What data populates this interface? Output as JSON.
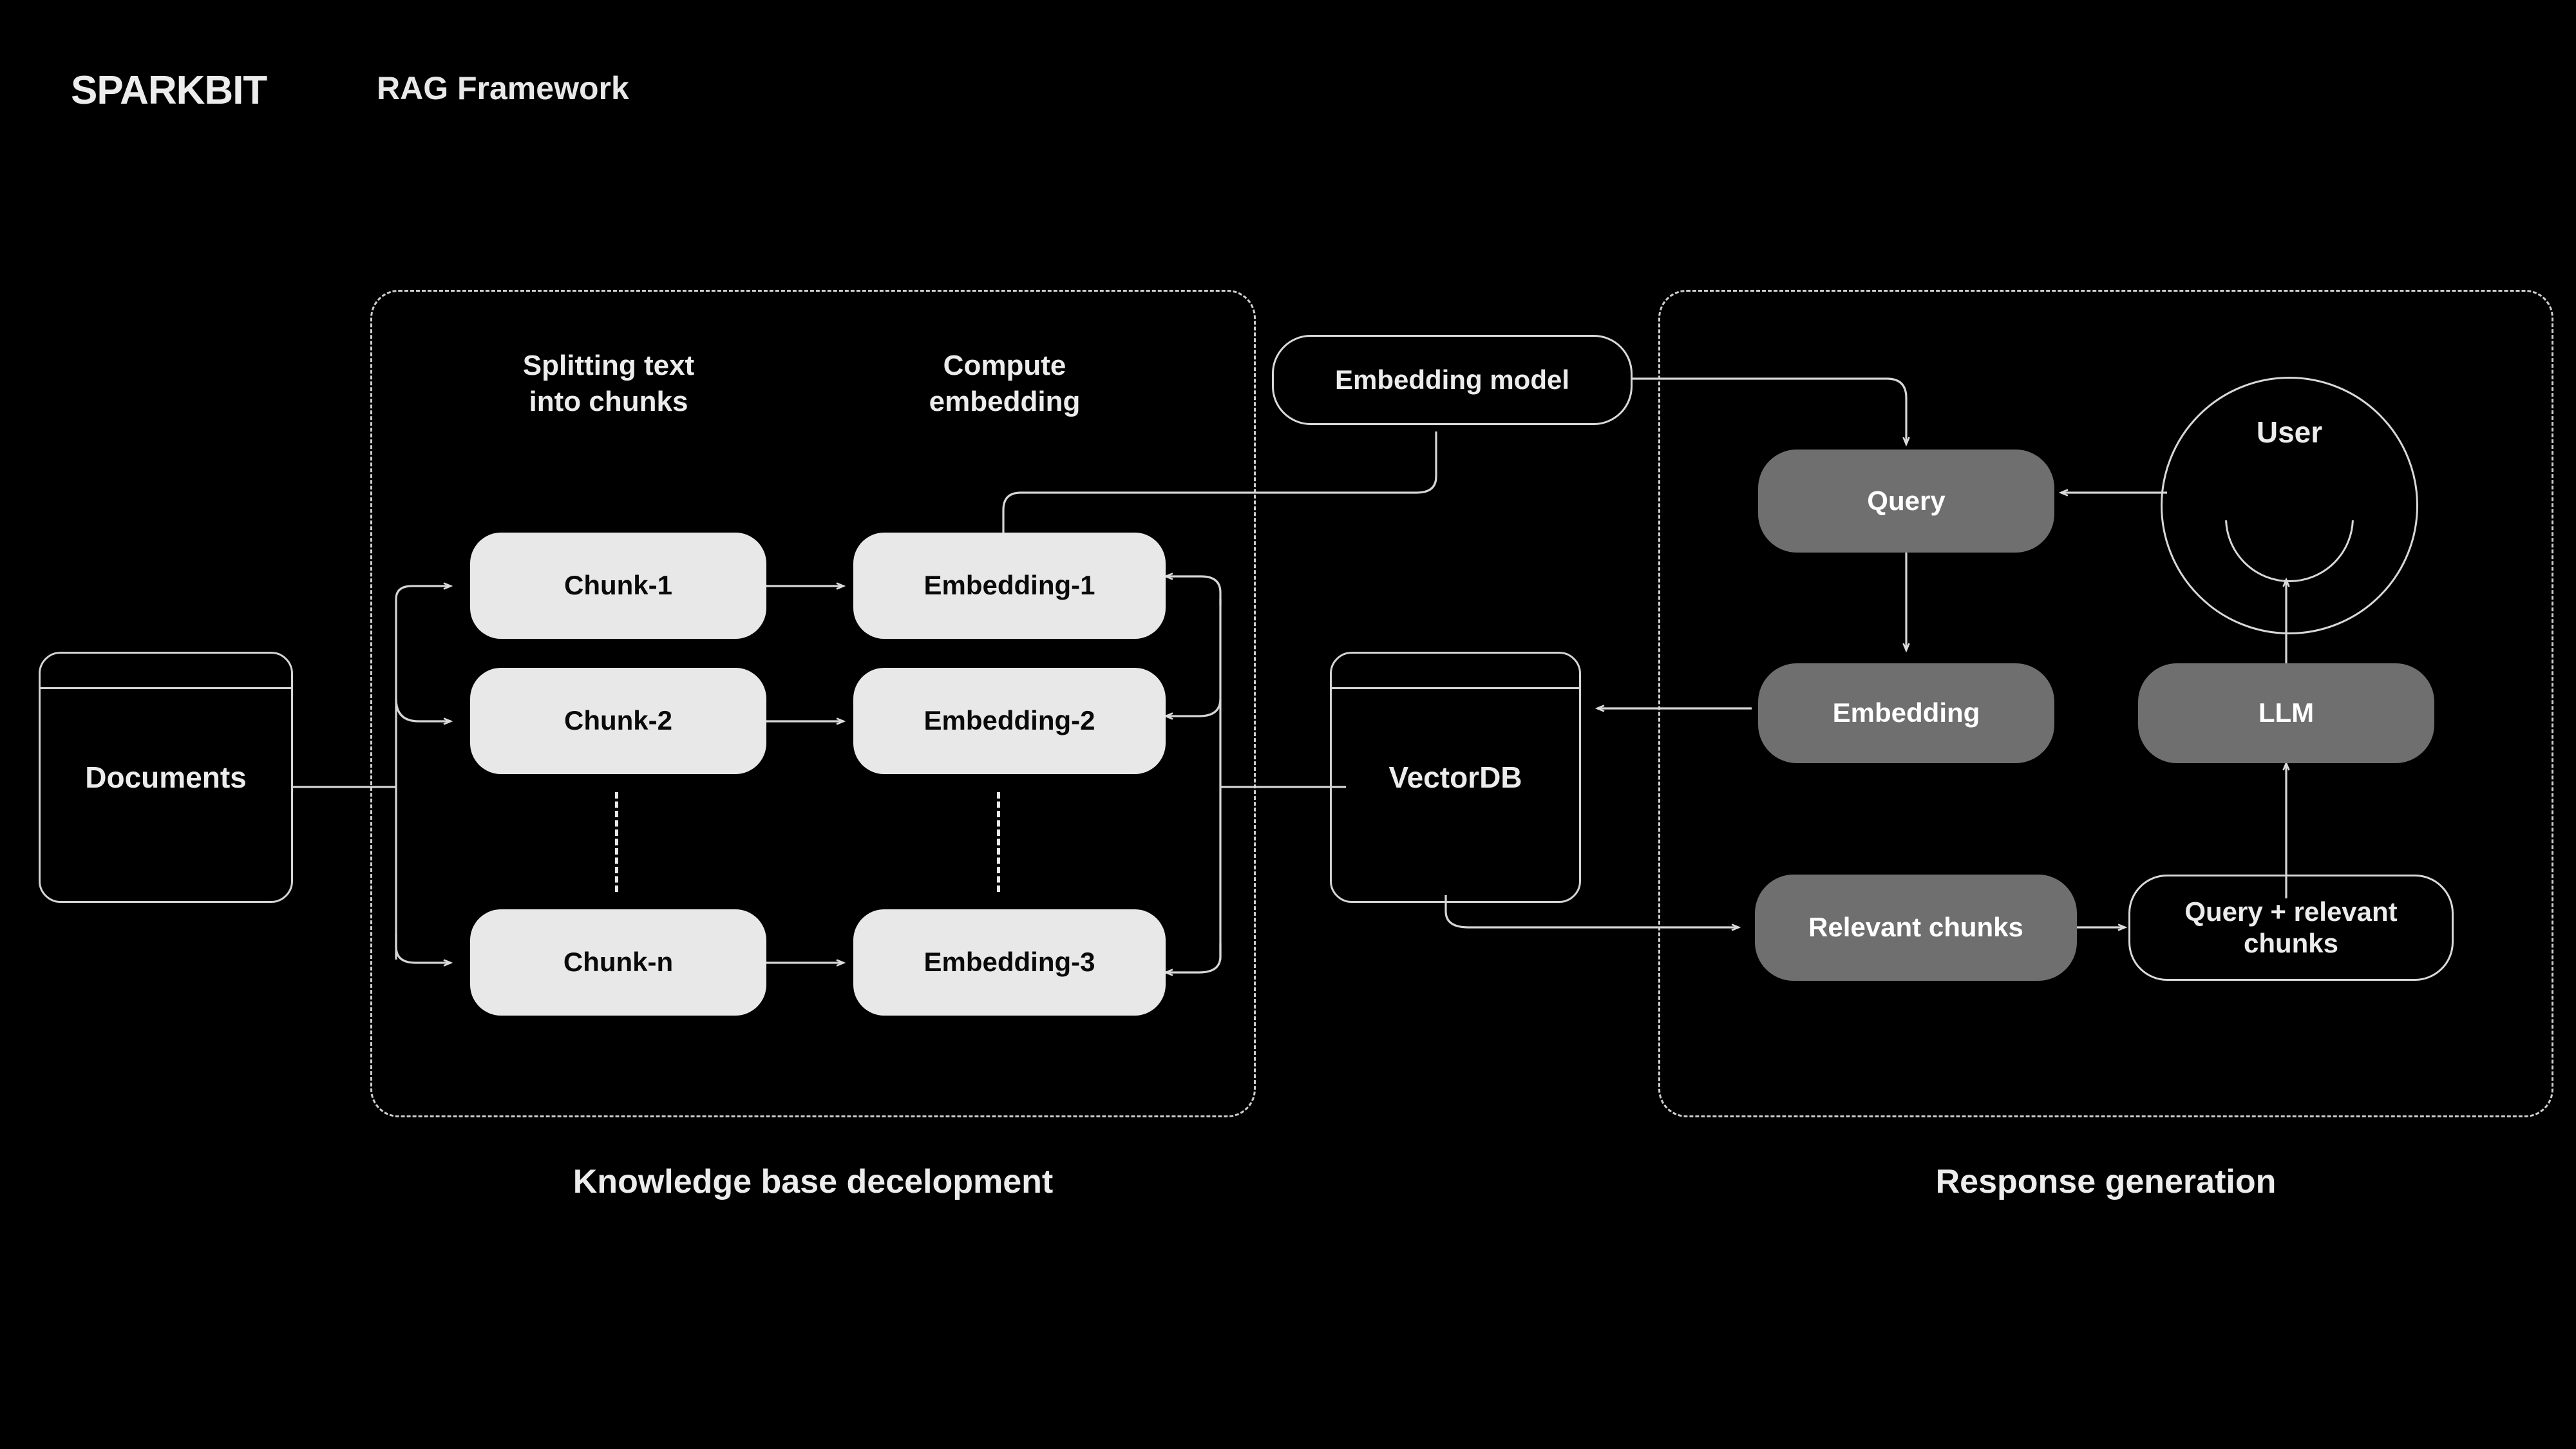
{
  "header": {
    "brand": "SPARKBIT",
    "subtitle": "RAG Framework"
  },
  "colors": {
    "background": "#000000",
    "chunk_fill": "#e8e8e8",
    "chunk_text": "#0a0a0a",
    "gray_fill": "#6f6f6f",
    "gray_text": "#ffffff",
    "stroke": "#d8d8d8",
    "label_text": "#ececec"
  },
  "left_panel": {
    "caption": "Knowledge base decelopment",
    "step_labels": [
      {
        "name": "splitting",
        "line1": "Splitting text",
        "line2": "into chunks"
      },
      {
        "name": "compute",
        "line1": "Compute",
        "line2": "embedding"
      }
    ],
    "chunks": [
      {
        "label": "Chunk-1"
      },
      {
        "label": "Chunk-2"
      },
      {
        "label": "Chunk-n"
      }
    ],
    "embeddings": [
      {
        "label": "Embedding-1"
      },
      {
        "label": "Embedding-2"
      },
      {
        "label": "Embedding-3"
      }
    ]
  },
  "right_panel": {
    "caption": "Response generation",
    "nodes": [
      {
        "name": "query",
        "label": "Query",
        "style": "gray"
      },
      {
        "name": "embedding",
        "label": "Embedding",
        "style": "gray"
      },
      {
        "name": "llm",
        "label": "LLM",
        "style": "gray"
      },
      {
        "name": "relevant-chunks",
        "label": "Relevant chunks",
        "style": "gray"
      },
      {
        "name": "query-plus-chunks",
        "label": "Query + relevant chunks",
        "style": "outline"
      },
      {
        "name": "user",
        "label": "User",
        "style": "circle"
      }
    ]
  },
  "stores": [
    {
      "name": "documents",
      "label": "Documents"
    },
    {
      "name": "vectordb",
      "label": "VectorDB"
    }
  ],
  "models": [
    {
      "name": "embedding-model",
      "label": "Embedding model"
    }
  ],
  "chart_data": {
    "type": "diagram",
    "title": "RAG Framework",
    "nodes": [
      {
        "id": "documents",
        "label": "Documents",
        "shape": "datastore",
        "group": "knowledge-base"
      },
      {
        "id": "chunk-1",
        "label": "Chunk-1",
        "shape": "pill-filled",
        "group": "knowledge-base"
      },
      {
        "id": "chunk-2",
        "label": "Chunk-2",
        "shape": "pill-filled",
        "group": "knowledge-base"
      },
      {
        "id": "chunk-n",
        "label": "Chunk-n",
        "shape": "pill-filled",
        "group": "knowledge-base"
      },
      {
        "id": "embedding-1",
        "label": "Embedding-1",
        "shape": "pill-filled",
        "group": "knowledge-base"
      },
      {
        "id": "embedding-2",
        "label": "Embedding-2",
        "shape": "pill-filled",
        "group": "knowledge-base"
      },
      {
        "id": "embedding-3",
        "label": "Embedding-3",
        "shape": "pill-filled",
        "group": "knowledge-base"
      },
      {
        "id": "embedding-model",
        "label": "Embedding model",
        "shape": "pill-outline",
        "group": "shared"
      },
      {
        "id": "vectordb",
        "label": "VectorDB",
        "shape": "datastore",
        "group": "shared"
      },
      {
        "id": "query",
        "label": "Query",
        "shape": "pill-gray",
        "group": "response"
      },
      {
        "id": "embedding",
        "label": "Embedding",
        "shape": "pill-gray",
        "group": "response"
      },
      {
        "id": "relevant-chunks",
        "label": "Relevant chunks",
        "shape": "pill-gray",
        "group": "response"
      },
      {
        "id": "query-plus-chunks",
        "label": "Query + relevant chunks",
        "shape": "pill-outline",
        "group": "response"
      },
      {
        "id": "llm",
        "label": "LLM",
        "shape": "pill-gray",
        "group": "response"
      },
      {
        "id": "user",
        "label": "User",
        "shape": "circle",
        "group": "response"
      }
    ],
    "edges": [
      {
        "from": "documents",
        "to": "chunk-1"
      },
      {
        "from": "documents",
        "to": "chunk-2"
      },
      {
        "from": "documents",
        "to": "chunk-n"
      },
      {
        "from": "chunk-1",
        "to": "embedding-1"
      },
      {
        "from": "chunk-2",
        "to": "embedding-2"
      },
      {
        "from": "chunk-n",
        "to": "embedding-3"
      },
      {
        "from": "embedding-model",
        "to": "embedding-1"
      },
      {
        "from": "embedding-model",
        "to": "embedding-2"
      },
      {
        "from": "embedding-model",
        "to": "embedding-3"
      },
      {
        "from": "embedding-model",
        "to": "query"
      },
      {
        "from": "embedding-1",
        "to": "vectordb"
      },
      {
        "from": "query",
        "to": "embedding"
      },
      {
        "from": "embedding",
        "to": "vectordb"
      },
      {
        "from": "vectordb",
        "to": "relevant-chunks"
      },
      {
        "from": "relevant-chunks",
        "to": "query-plus-chunks"
      },
      {
        "from": "query-plus-chunks",
        "to": "llm"
      },
      {
        "from": "llm",
        "to": "user"
      },
      {
        "from": "user",
        "to": "query"
      }
    ],
    "groups": [
      {
        "id": "knowledge-base",
        "label": "Knowledge base decelopment",
        "style": "dashed"
      },
      {
        "id": "response",
        "label": "Response generation",
        "style": "dashed"
      }
    ]
  }
}
